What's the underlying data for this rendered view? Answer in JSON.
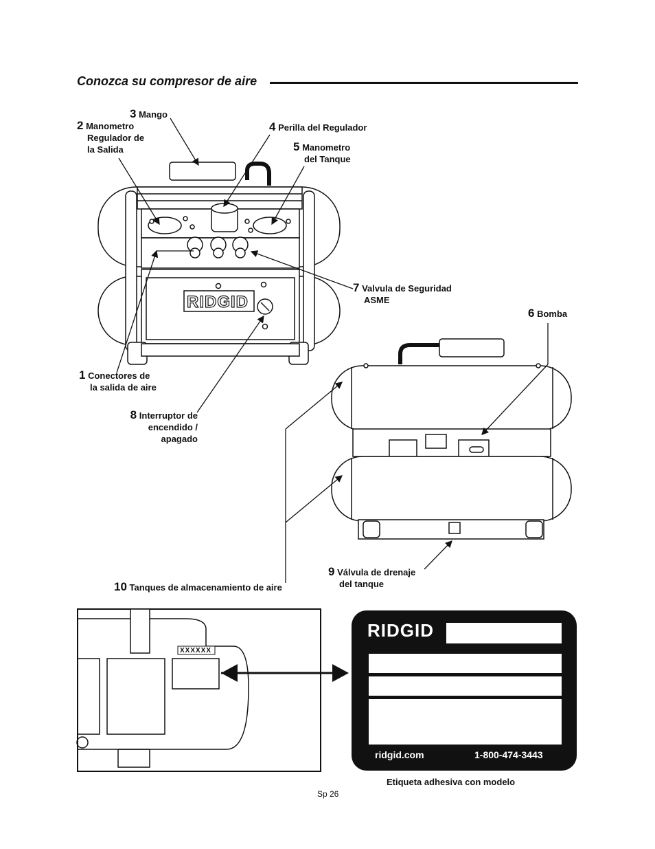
{
  "header": {
    "title": "Conozca su compresor de aire"
  },
  "callouts": [
    {
      "num": "1",
      "line1": "Conectores de",
      "line2": "la salida de aire"
    },
    {
      "num": "2",
      "line1": "Manometro",
      "line2": "Regulador de",
      "line3": "la Salida"
    },
    {
      "num": "3",
      "line1": "Mango"
    },
    {
      "num": "4",
      "line1": "Perilla del Regulador"
    },
    {
      "num": "5",
      "line1": "Manometro",
      "line2": "del Tanque"
    },
    {
      "num": "6",
      "line1": "Bomba"
    },
    {
      "num": "7",
      "line1": "Valvula de Seguridad",
      "line2": "ASME"
    },
    {
      "num": "8",
      "line1": "Interruptor de",
      "line2": "encendido /",
      "line3": "apagado"
    },
    {
      "num": "9",
      "line1": "Válvula de drenaje",
      "line2": "del tanque"
    },
    {
      "num": "10",
      "line1": "Tanques de almacenamiento de aire"
    }
  ],
  "brand": "RIDGID",
  "label_detail": {
    "code": "XXXXXX"
  },
  "plate": {
    "brand": "RIDGID",
    "website": "ridgid.com",
    "phone": "1-800-474-3443",
    "caption": "Etiqueta adhesiva con modelo"
  },
  "footer": {
    "page": "Sp 26"
  }
}
